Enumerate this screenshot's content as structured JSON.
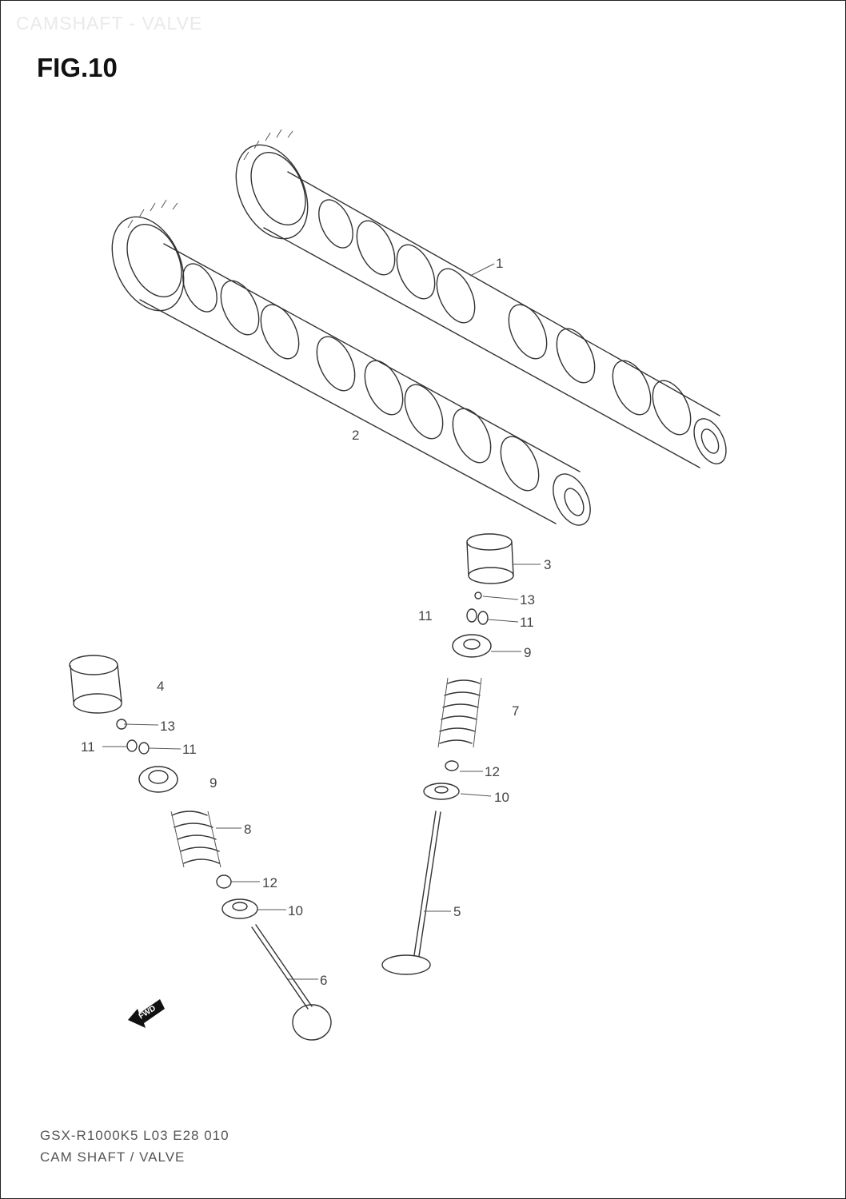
{
  "header": {
    "section_title": "CAMSHAFT - VALVE",
    "figure_title": "FIG.10"
  },
  "footer": {
    "model_code": "GSX-R1000K5 L03 E28 010",
    "section_name": "CAM SHAFT / VALVE"
  },
  "fwd_arrow": {
    "label": "FWD"
  },
  "callouts": [
    {
      "id": "c1",
      "number": "1"
    },
    {
      "id": "c2",
      "number": "2"
    },
    {
      "id": "c3",
      "number": "3"
    },
    {
      "id": "c13a",
      "number": "13"
    },
    {
      "id": "c11a",
      "number": "11"
    },
    {
      "id": "c11b",
      "number": "11"
    },
    {
      "id": "c9a",
      "number": "9"
    },
    {
      "id": "c7",
      "number": "7"
    },
    {
      "id": "c12a",
      "number": "12"
    },
    {
      "id": "c10a",
      "number": "10"
    },
    {
      "id": "c5",
      "number": "5"
    },
    {
      "id": "c4",
      "number": "4"
    },
    {
      "id": "c13b",
      "number": "13"
    },
    {
      "id": "c11c",
      "number": "11"
    },
    {
      "id": "c11d",
      "number": "11"
    },
    {
      "id": "c9b",
      "number": "9"
    },
    {
      "id": "c8",
      "number": "8"
    },
    {
      "id": "c12b",
      "number": "12"
    },
    {
      "id": "c10b",
      "number": "10"
    },
    {
      "id": "c6",
      "number": "6"
    }
  ]
}
